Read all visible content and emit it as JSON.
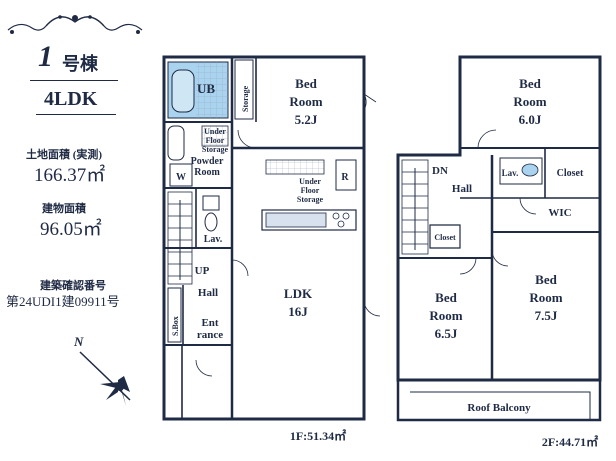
{
  "info": {
    "building_no": "1",
    "building_suffix": "号棟",
    "layout_type": "4LDK",
    "land_area_label": "土地面積 (実測)",
    "land_area_value": "166.37㎡",
    "floor_area_label": "建物面積",
    "floor_area_value": "96.05㎡",
    "permit_label": "建築確認番号",
    "permit_value": "第24UDI1建09911号"
  },
  "floor1": {
    "rooms": {
      "ub": "UB",
      "storage": "Storage",
      "bed_title": "Bed",
      "bed_room": "Room",
      "bed_size": "5.2J",
      "under_floor_1": "Under",
      "under_floor_2": "Floor",
      "under_floor_3": "Storage",
      "powder_1": "Powder",
      "powder_2": "Room",
      "w": "W",
      "r": "R",
      "lav": "Lav.",
      "up": "UP",
      "hall": "Hall",
      "ldk": "LDK",
      "ldk_size": "16J",
      "sbox": "S.Box",
      "ent_1": "Ent",
      "ent_2": "rance"
    },
    "area": "1F:51.34㎡"
  },
  "floor2": {
    "rooms": {
      "bed_a_title": "Bed",
      "bed_a_room": "Room",
      "bed_a_size": "6.0J",
      "dn": "DN",
      "hall": "Hall",
      "lav": "Lav.",
      "closet_top": "Closet",
      "wic": "WIC",
      "closet_small": "Closet",
      "bed_b_title": "Bed",
      "bed_b_room": "Room",
      "bed_b_size": "6.5J",
      "bed_c_title": "Bed",
      "bed_c_room": "Room",
      "bed_c_size": "7.5J",
      "roof_balcony": "Roof Balcony"
    },
    "area": "2F:44.71㎡"
  },
  "colors": {
    "ink": "#1f2a44",
    "water": "#a9d3ee",
    "tile": "#d8e2ee"
  }
}
